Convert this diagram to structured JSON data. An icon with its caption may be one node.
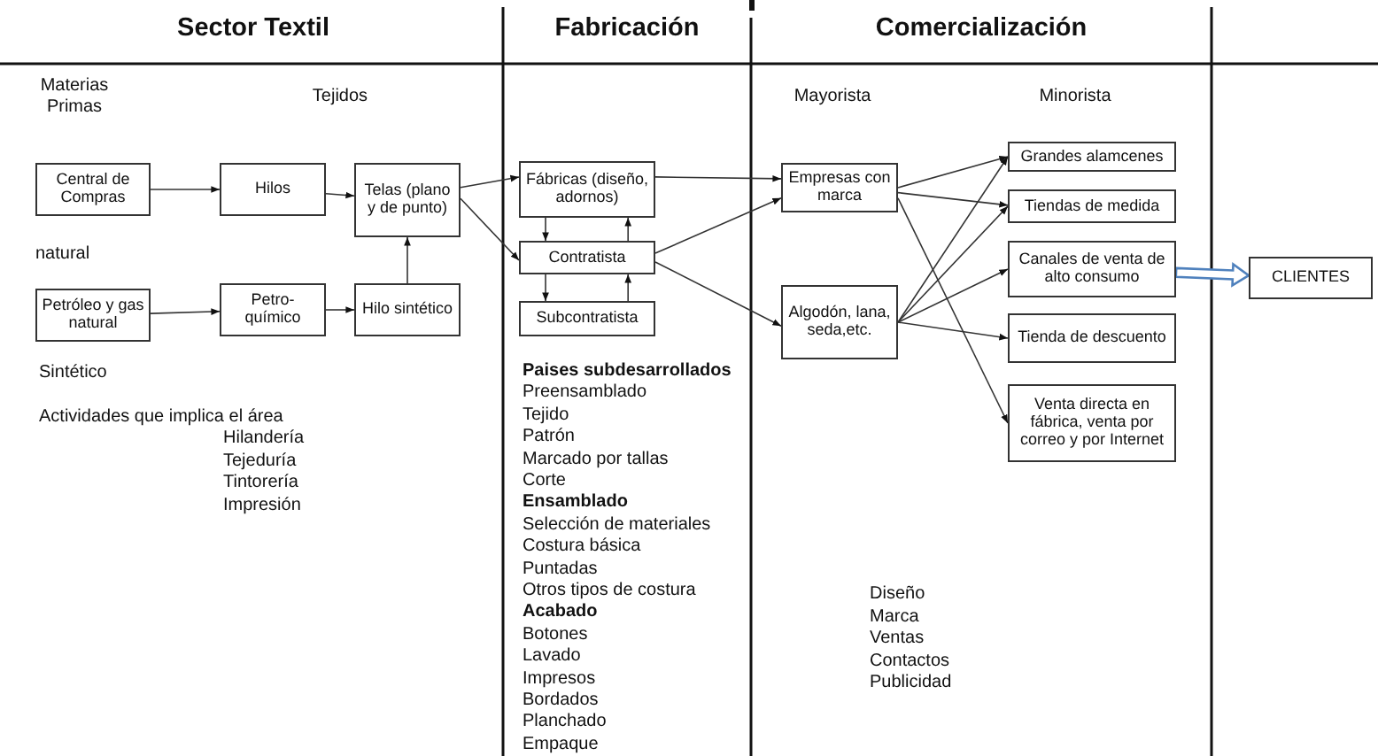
{
  "diagram": {
    "nodes": [
      {
        "text": [
          "Central de Compras"
        ]
      },
      {
        "text": [
          "Hilos"
        ]
      },
      {
        "text": [
          "Telas (plano y de punto)"
        ]
      },
      {
        "text": [
          "Petróleo y gas natural"
        ]
      },
      {
        "text": [
          "Petro- químico"
        ]
      },
      {
        "text": [
          "Hilo sintético"
        ]
      },
      {
        "text": [
          "Fábricas (diseño, adornos)"
        ]
      },
      {
        "text": [
          "Contratista"
        ]
      },
      {
        "text": [
          "Subcontratista"
        ]
      },
      {
        "text": [
          "Empresas con marca"
        ]
      },
      {
        "text": [
          "Algodón, lana, seda,etc."
        ]
      },
      {
        "text": [
          "Grandes alamcenes"
        ]
      },
      {
        "text": [
          "Tiendas de medida"
        ]
      },
      {
        "text": [
          "Canales de venta de alto consumo"
        ]
      },
      {
        "text": [
          "Tienda de descuento"
        ]
      },
      {
        "text": [
          "Venta directa en fábrica, venta por correo y por Internet"
        ]
      },
      {
        "text": [
          "CLIENTES"
        ]
      }
    ],
    "edges": [
      {
        "from": 0,
        "to": 1,
        "arrow": "to"
      },
      {
        "from": 1,
        "to": 2,
        "arrow": "to"
      },
      {
        "from": 3,
        "to": 4,
        "arrow": "to"
      },
      {
        "from": 4,
        "to": 5,
        "arrow": "to"
      },
      {
        "from": 5,
        "to": 2,
        "arrow": "to"
      },
      {
        "from": 2,
        "to": 6,
        "arrow": "to"
      },
      {
        "from": 2,
        "to": 7,
        "arrow": "to"
      },
      {
        "from": 6,
        "to": 7,
        "arrow": "to"
      },
      {
        "from": 7,
        "to": 6,
        "arrow": "to"
      },
      {
        "from": 7,
        "to": 8,
        "arrow": "to"
      },
      {
        "from": 8,
        "to": 7,
        "arrow": "to"
      },
      {
        "from": 6,
        "to": 9,
        "arrow": "to"
      },
      {
        "from": 7,
        "to": 9,
        "arrow": "to"
      },
      {
        "from": 7,
        "to": 10,
        "arrow": "to"
      },
      {
        "from": 9,
        "to": 11,
        "arrow": "to"
      },
      {
        "from": 9,
        "to": 12,
        "arrow": "to"
      },
      {
        "from": 9,
        "to": 15,
        "arrow": "to"
      },
      {
        "from": 10,
        "to": 11,
        "arrow": "to"
      },
      {
        "from": 10,
        "to": 12,
        "arrow": "to"
      },
      {
        "from": 10,
        "to": 13,
        "arrow": "to"
      },
      {
        "from": 10,
        "to": 14,
        "arrow": "to"
      },
      {
        "from": 13,
        "to": 16,
        "arrow": "to",
        "style": "thick",
        "color": "#4f81bd"
      }
    ],
    "labels": [
      "Sector Textil",
      "Fabricación",
      "Comercialización",
      "Materias Primas",
      "Tejidos",
      "natural",
      "Sintético",
      "Actividades que implica el área",
      "Hilandería",
      "Tejeduría",
      "Tintorería",
      "Impresión",
      "Mayorista",
      "Minorista",
      "Paises subdesarrollados",
      "Preensamblado",
      "Tejido",
      "Patrón",
      "Marcado por tallas",
      "Corte",
      "Ensamblado",
      "Selección de materiales",
      "Costura básica",
      "Puntadas",
      "Otros tipos de costura",
      "Acabado",
      "Botones",
      "Lavado",
      "Impresos",
      "Bordados",
      "Planchado",
      "Empaque",
      "Diseño",
      "Marca",
      "Ventas",
      "Contactos",
      "Publicidad"
    ]
  }
}
